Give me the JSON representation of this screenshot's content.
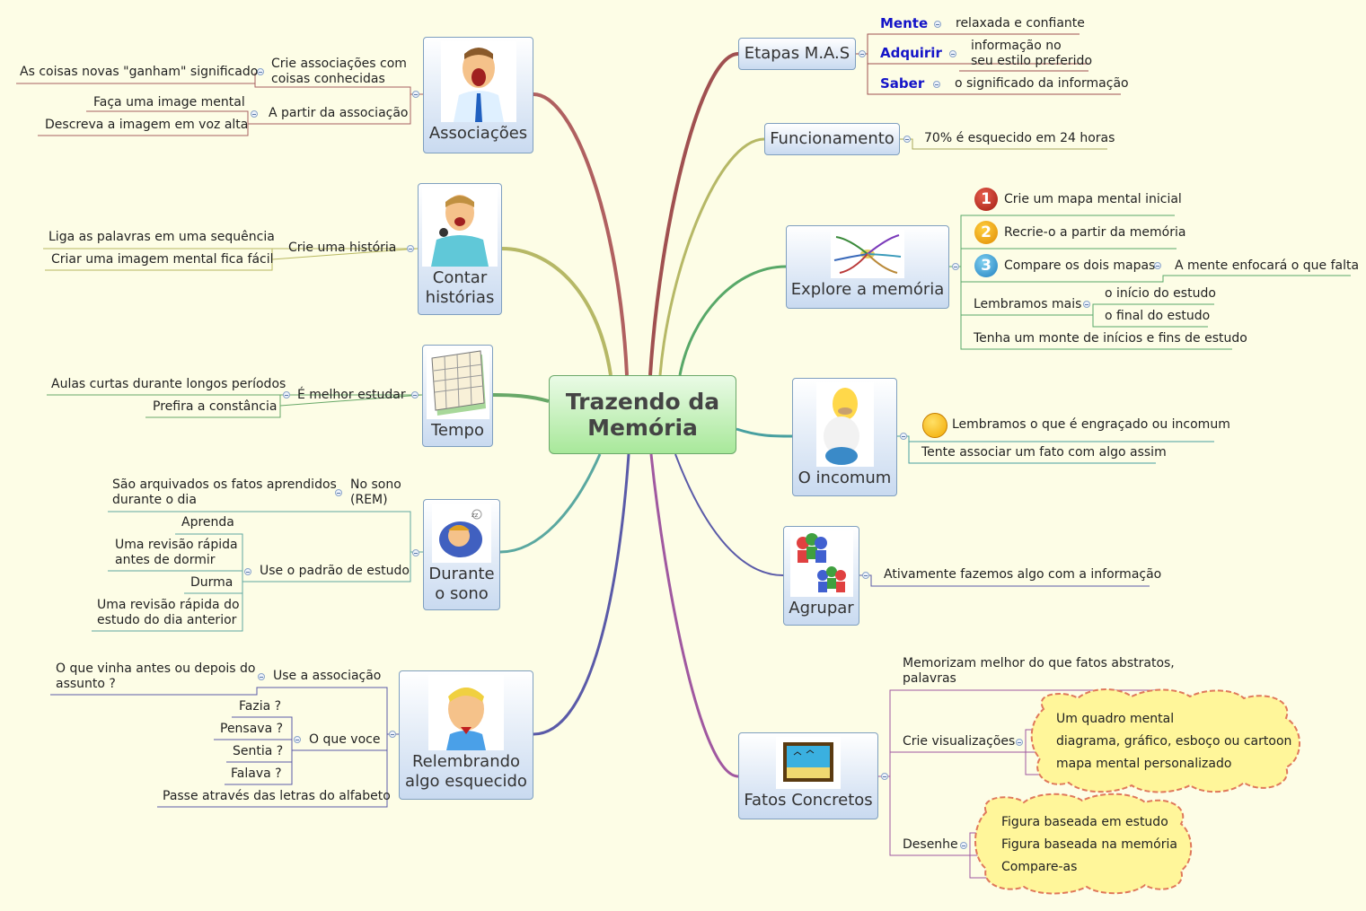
{
  "central": {
    "line1": "Trazendo da",
    "line2": "Memória"
  },
  "left": {
    "associacoes": {
      "title": "Associações",
      "sub1": {
        "label_l1": "Crie associações com",
        "label_l2": "coisas conhecidas",
        "child1": "As coisas novas \"ganham\" significado"
      },
      "sub2": {
        "label": "A partir da associação",
        "child1": "Faça uma image mental",
        "child2": "Descreva a imagem em voz alta"
      }
    },
    "historias": {
      "title_l1": "Contar",
      "title_l2": "histórias",
      "sub1": {
        "label": "Crie uma  história",
        "child1": "Liga as palavras em uma sequência",
        "child2": "Criar uma imagem mental fica fácil"
      }
    },
    "tempo": {
      "title": "Tempo",
      "sub1": {
        "label": "É melhor estudar",
        "child1": "Aulas curtas durante longos períodos",
        "child2": "Prefira a constância"
      }
    },
    "sono": {
      "title_l1": "Durante",
      "title_l2": "o sono",
      "sub1": {
        "label_l1": "No sono",
        "label_l2": "(REM)",
        "child_l1": "São arquivados os fatos aprendidos",
        "child_l2": "durante o dia"
      },
      "sub2": {
        "label": "Use o padrão de estudo",
        "c1": "Aprenda",
        "c2_l1": "Uma revisão rápida",
        "c2_l2": "antes de dormir",
        "c3": "Durma",
        "c4_l1": "Uma revisão rápida do",
        "c4_l2": "estudo do dia anterior"
      }
    },
    "relembrando": {
      "title_l1": "Relembrando",
      "title_l2": "algo esquecido",
      "sub1": {
        "label": "Use a associação",
        "child_l1": "O que vinha antes ou depois  do",
        "child_l2": "assunto ?"
      },
      "sub2": {
        "label": "O que voce",
        "c1": "Fazia ?",
        "c2": "Pensava ?",
        "c3": "Sentia ?",
        "c4": "Falava ?"
      },
      "sub3": {
        "label": "Passe através das letras do alfabeto"
      }
    }
  },
  "right": {
    "mas": {
      "title": "Etapas M.A.S",
      "rows": [
        {
          "key": "Mente",
          "value": "relaxada e confiante"
        },
        {
          "key": "Adquirir",
          "value_l1": "informação no",
          "value_l2": "seu estilo preferido"
        },
        {
          "key": "Saber",
          "value": "o significado da informação"
        }
      ]
    },
    "funcionamento": {
      "title": "Funcionamento",
      "child": "70%  é esquecido em 24 horas"
    },
    "explore": {
      "title": "Explore a memória",
      "step1": "Crie um mapa mental inicial",
      "step2": "Recrie-o a partir da memória",
      "step3": "Compare os dois mapas",
      "step3_child": "A mente enfocará o que falta",
      "lembramos": "Lembramos mais",
      "lembramos_c1": "o início do estudo",
      "lembramos_c2": "o final do estudo",
      "tenha": "Tenha um monte de inícios e fins de estudo",
      "numbers": [
        "1",
        "2",
        "3"
      ]
    },
    "incomum": {
      "title": "O incomum",
      "child1": "Lembramos o que é engraçado ou incomum",
      "child2": "Tente associar um fato com algo assim"
    },
    "agrupar": {
      "title": "Agrupar",
      "child": "Ativamente fazemos algo com a informação"
    },
    "fatos": {
      "title": "Fatos Concretos",
      "sub1_l1": "Memorizam melhor do que fatos abstratos,",
      "sub1_l2": "palavras",
      "sub2": "Crie visualizações",
      "sub2_c1": "Um quadro mental",
      "sub2_c2": " diagrama, gráfico, esboço ou cartoon",
      "sub2_c3": "mapa mental personalizado",
      "sub3": "Desenhe",
      "sub3_c1": "Figura baseada em estudo",
      "sub3_c2": "Figura baseada na memória",
      "sub3_c3": "Compare-as"
    }
  },
  "colors": {
    "background": "#fdfde6",
    "central_fill": "#a8e89a",
    "topic_fill": "#c9daf0",
    "cloud_fill": "#fff69a",
    "cloud_border": "#e0785a"
  }
}
